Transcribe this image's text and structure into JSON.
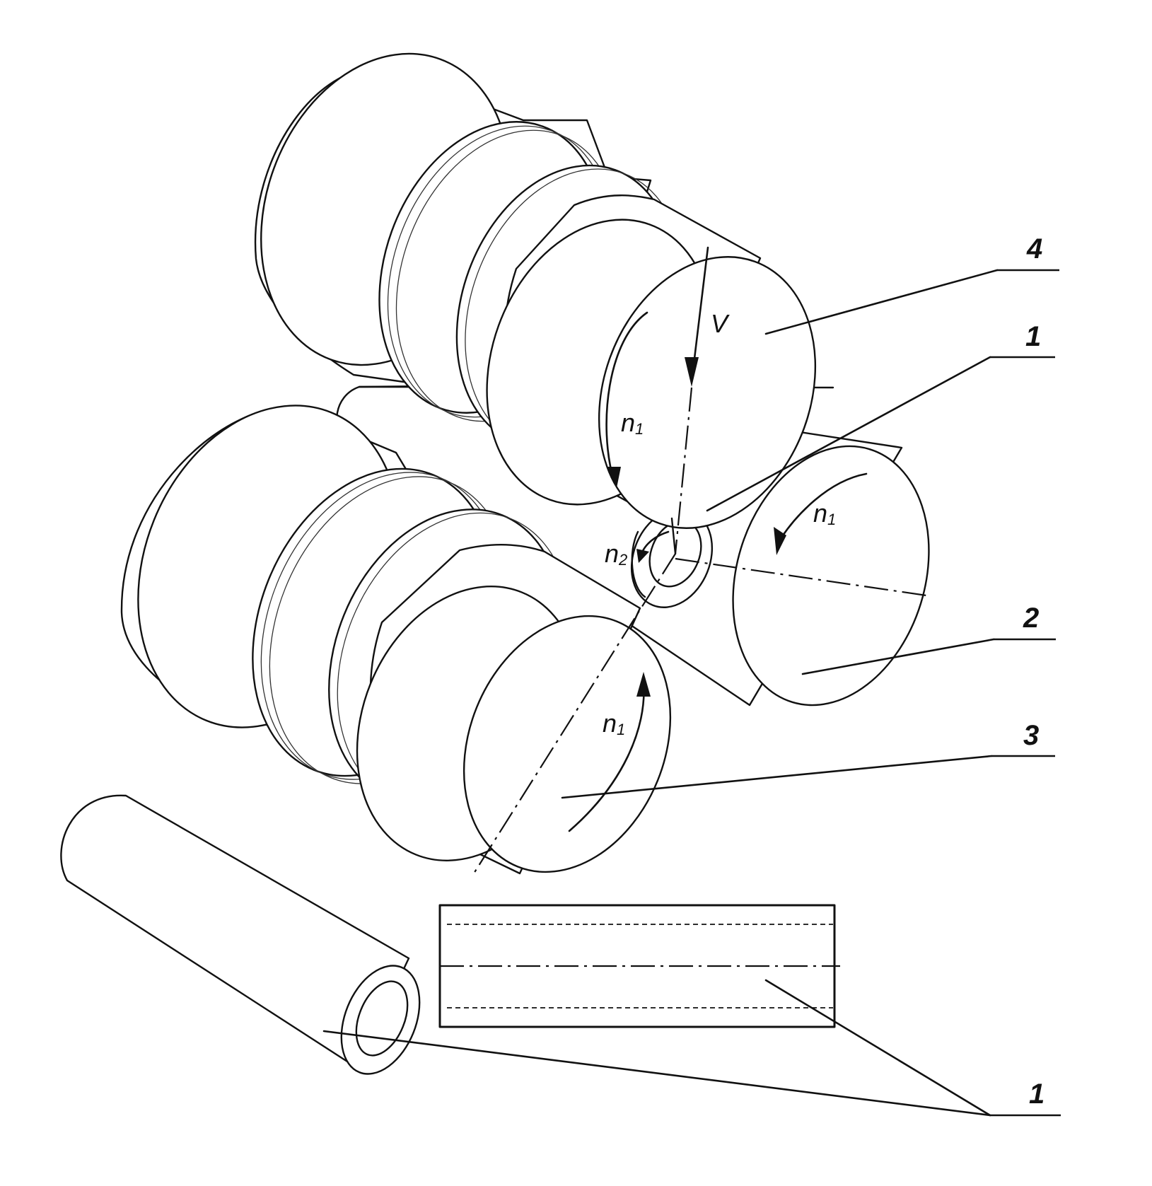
{
  "labels": {
    "roll_top": "4",
    "workpiece_top": "1",
    "roll_right": "2",
    "roll_bottom": "3",
    "workpiece_bottom": "1"
  },
  "symbols": {
    "velocity": "V",
    "n_letter": "n",
    "roll_speed_sub": "1",
    "workpiece_speed_sub": "2"
  }
}
